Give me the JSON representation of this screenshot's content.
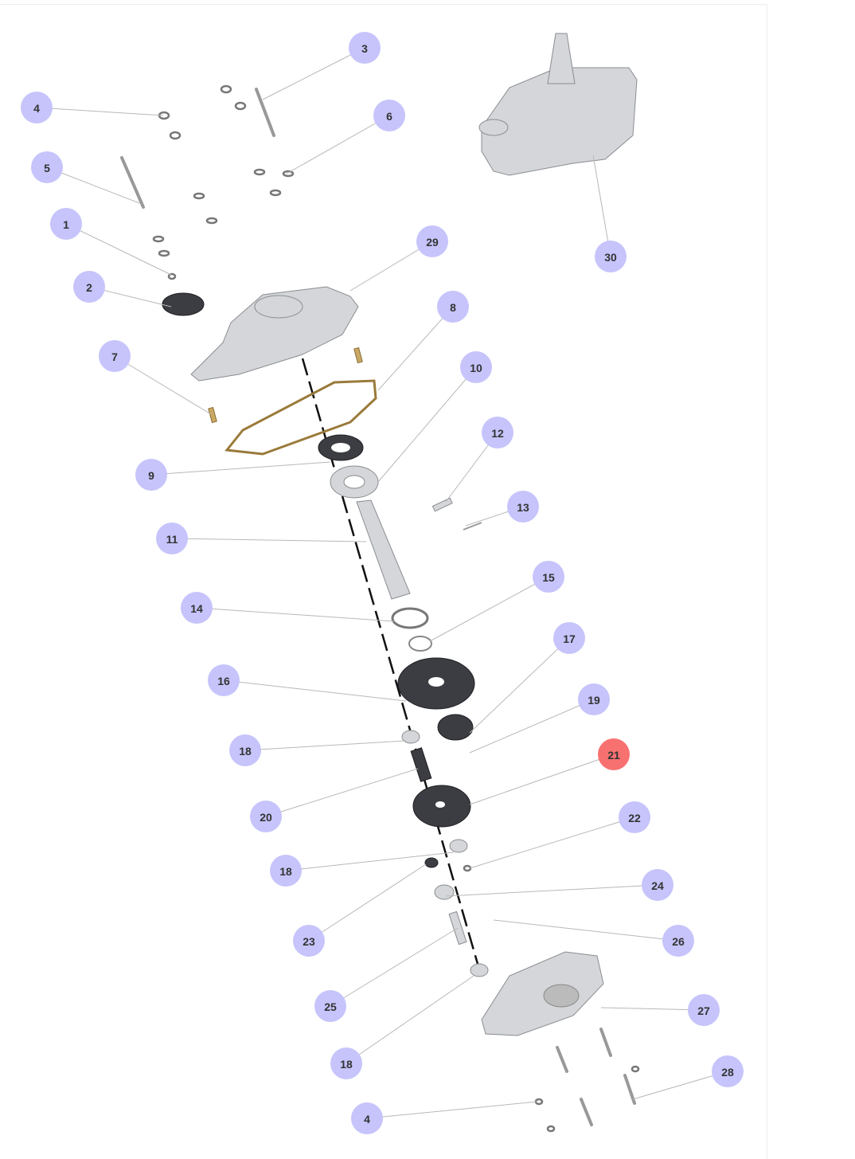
{
  "diagram": {
    "title": "Exploded parts view",
    "colors": {
      "callout": "#c6c4fb",
      "callout_active": "#f87171",
      "text": "#333333"
    },
    "callouts": [
      {
        "label": "3",
        "active": false
      },
      {
        "label": "4",
        "active": false
      },
      {
        "label": "6",
        "active": false
      },
      {
        "label": "5",
        "active": false
      },
      {
        "label": "1",
        "active": false
      },
      {
        "label": "29",
        "active": false
      },
      {
        "label": "30",
        "active": false
      },
      {
        "label": "2",
        "active": false
      },
      {
        "label": "8",
        "active": false
      },
      {
        "label": "7",
        "active": false
      },
      {
        "label": "10",
        "active": false
      },
      {
        "label": "12",
        "active": false
      },
      {
        "label": "9",
        "active": false
      },
      {
        "label": "13",
        "active": false
      },
      {
        "label": "11",
        "active": false
      },
      {
        "label": "15",
        "active": false
      },
      {
        "label": "14",
        "active": false
      },
      {
        "label": "17",
        "active": false
      },
      {
        "label": "16",
        "active": false
      },
      {
        "label": "19",
        "active": false
      },
      {
        "label": "18",
        "active": false
      },
      {
        "label": "21",
        "active": true
      },
      {
        "label": "20",
        "active": false
      },
      {
        "label": "22",
        "active": false
      },
      {
        "label": "18",
        "active": false
      },
      {
        "label": "24",
        "active": false
      },
      {
        "label": "26",
        "active": false
      },
      {
        "label": "23",
        "active": false
      },
      {
        "label": "25",
        "active": false
      },
      {
        "label": "27",
        "active": false
      },
      {
        "label": "18",
        "active": false
      },
      {
        "label": "28",
        "active": false
      },
      {
        "label": "4",
        "active": false
      }
    ]
  }
}
